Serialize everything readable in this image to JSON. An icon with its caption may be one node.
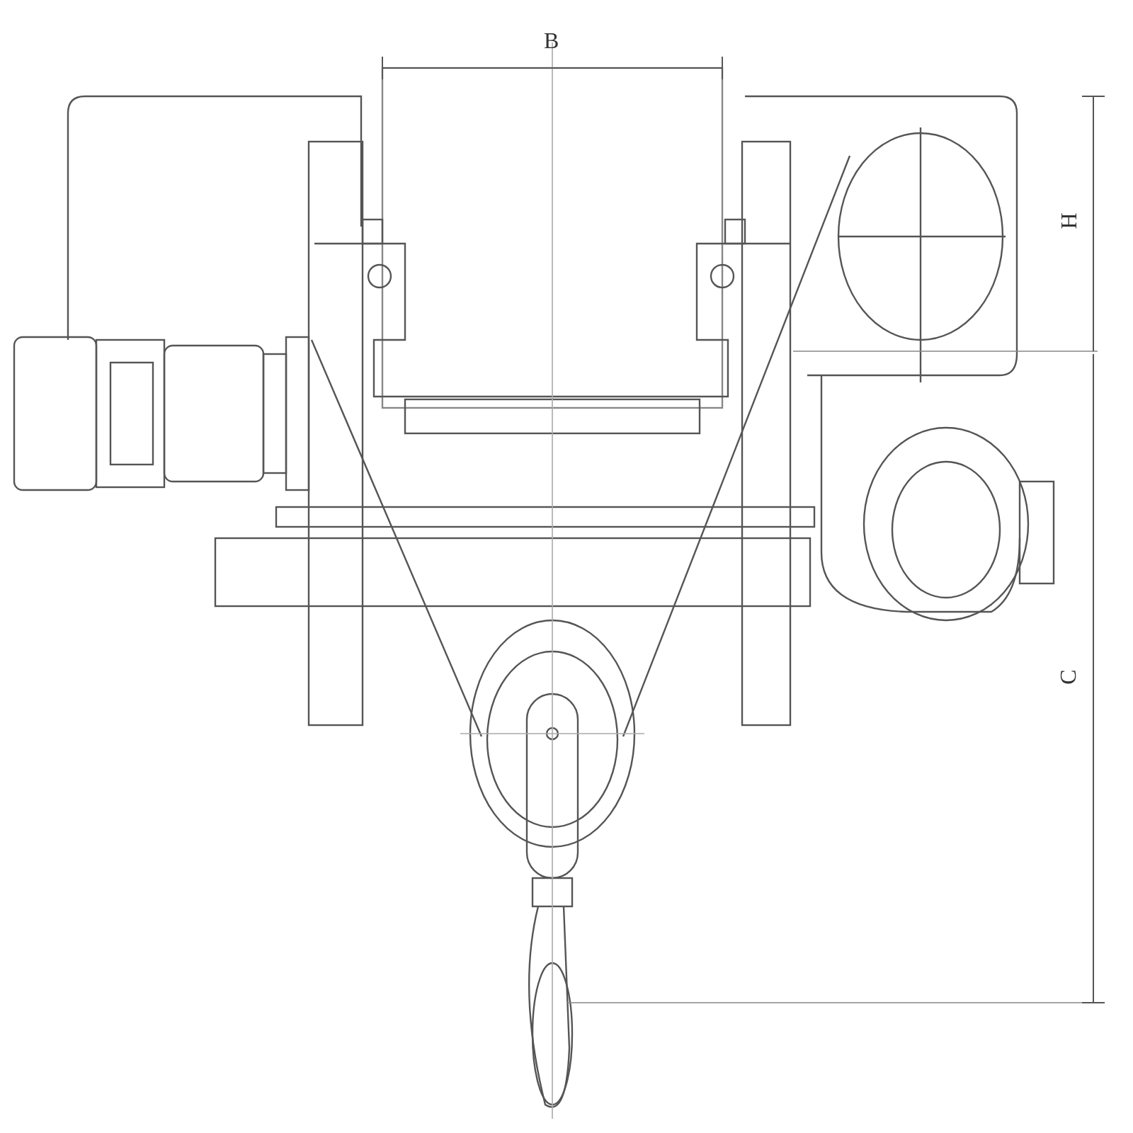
{
  "diagram": {
    "labels": [
      "B",
      "H",
      "C"
    ]
  }
}
